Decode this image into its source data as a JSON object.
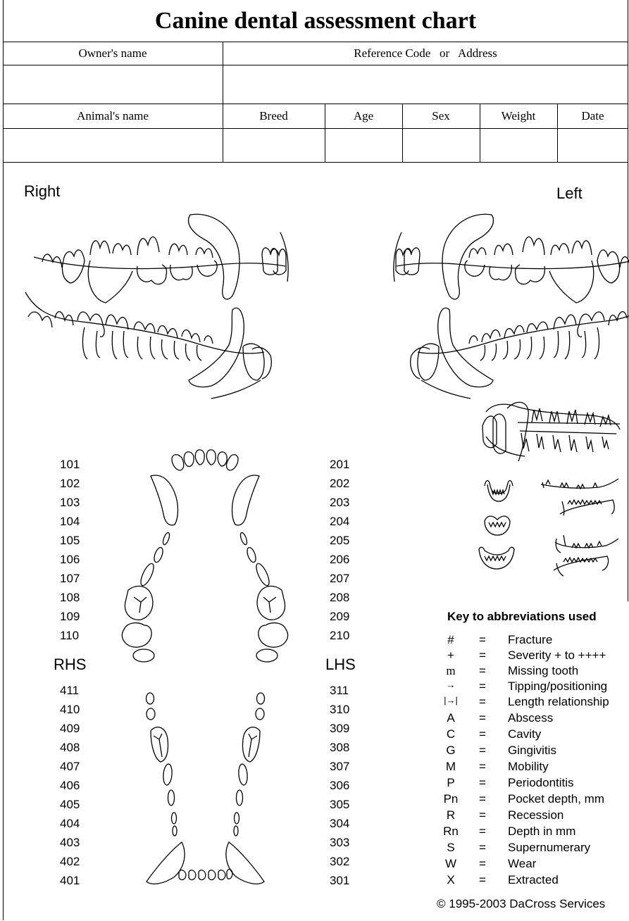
{
  "title": "Canine dental assessment chart",
  "header": {
    "owner_name": "Owner's name",
    "reference": "Reference Code   or   Address",
    "animal_name": "Animal's name",
    "breed": "Breed",
    "age": "Age",
    "sex": "Sex",
    "weight": "Weight",
    "date": "Date"
  },
  "sides": {
    "right": "Right",
    "left": "Left",
    "rhs": "RHS",
    "lhs": "LHS"
  },
  "teeth": {
    "upper_right": [
      "101",
      "102",
      "103",
      "104",
      "105",
      "106",
      "107",
      "108",
      "109",
      "110"
    ],
    "upper_left": [
      "201",
      "202",
      "203",
      "204",
      "205",
      "206",
      "207",
      "208",
      "209",
      "210"
    ],
    "lower_right": [
      "411",
      "410",
      "409",
      "408",
      "407",
      "406",
      "405",
      "404",
      "403",
      "402",
      "401"
    ],
    "lower_left": [
      "311",
      "310",
      "309",
      "308",
      "307",
      "306",
      "305",
      "304",
      "303",
      "302",
      "301"
    ]
  },
  "key": {
    "title": "Key to abbreviations used",
    "rows": [
      {
        "sym": "#",
        "eq": "=",
        "mean": "Fracture"
      },
      {
        "sym": "+",
        "eq": "=",
        "mean": "Severity + to ++++"
      },
      {
        "sym": "m",
        "eq": "=",
        "mean": "Missing tooth"
      },
      {
        "sym": "→",
        "eq": "=",
        "mean": "Tipping/positioning"
      },
      {
        "sym": "|→|",
        "eq": "=",
        "mean": "Length relationship"
      },
      {
        "sym": "A",
        "eq": "=",
        "mean": "Abscess"
      },
      {
        "sym": "C",
        "eq": "=",
        "mean": "Cavity"
      },
      {
        "sym": "G",
        "eq": "=",
        "mean": "Gingivitis"
      },
      {
        "sym": "M",
        "eq": "=",
        "mean": "Mobility"
      },
      {
        "sym": "P",
        "eq": "=",
        "mean": "Periodontitis"
      },
      {
        "sym": "Pn",
        "eq": "=",
        "mean": "Pocket depth, mm"
      },
      {
        "sym": "R",
        "eq": "=",
        "mean": "Recession"
      },
      {
        "sym": "Rn",
        "eq": "=",
        "mean": "Depth in mm"
      },
      {
        "sym": "S",
        "eq": "=",
        "mean": "Supernumerary"
      },
      {
        "sym": "W",
        "eq": "=",
        "mean": "Wear"
      },
      {
        "sym": "X",
        "eq": "=",
        "mean": "Extracted"
      }
    ]
  },
  "copyright": "© 1995-2003 DaCross Services"
}
